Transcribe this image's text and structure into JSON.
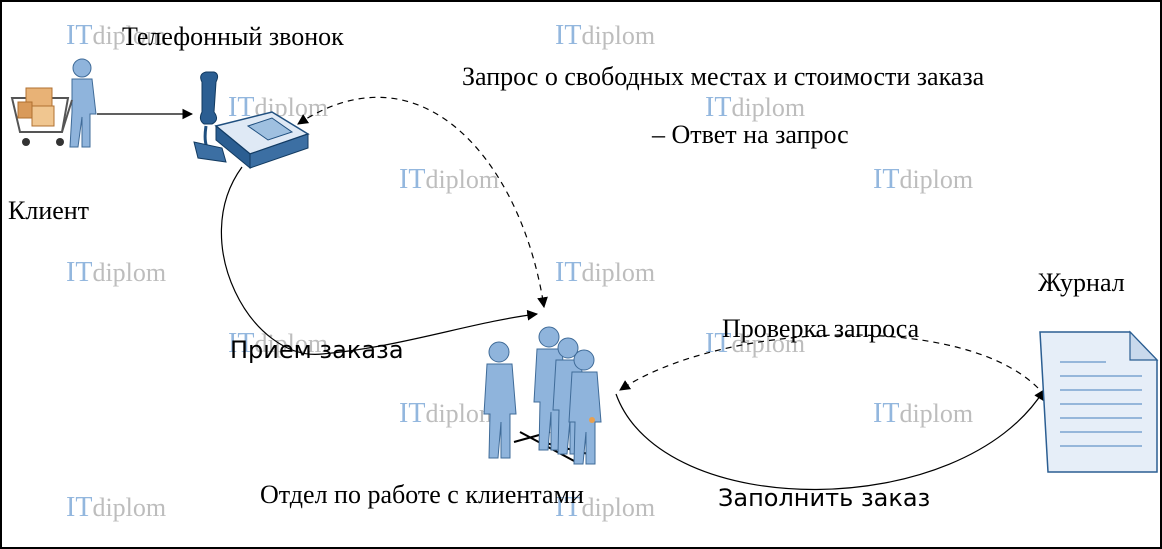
{
  "watermark": {
    "it": "IT",
    "diplom": "diplom"
  },
  "labels": {
    "phone_call": "Телефонный звонок",
    "request": "Запрос о свободных местах и стоимости заказа",
    "answer": "– Ответ на запрос",
    "client": "Клиент",
    "journal": "Журнал",
    "check_request": "Проверка запроса",
    "order_accept": "Прием заказа",
    "department": "Отдел по работе с клиентами",
    "fill_order": "Заполнить заказ"
  },
  "colors": {
    "watermark_it": "#6f9fd3",
    "watermark_diplom": "#a8a8a8",
    "figure_blue": "#8fb4dc",
    "figure_dark": "#5a82b0",
    "phone_dark": "#1f4f7f",
    "document_fill": "#e6eef8"
  },
  "icons": [
    "shopper-cart-icon",
    "telephone-icon",
    "staff-group-icon",
    "document-icon"
  ]
}
